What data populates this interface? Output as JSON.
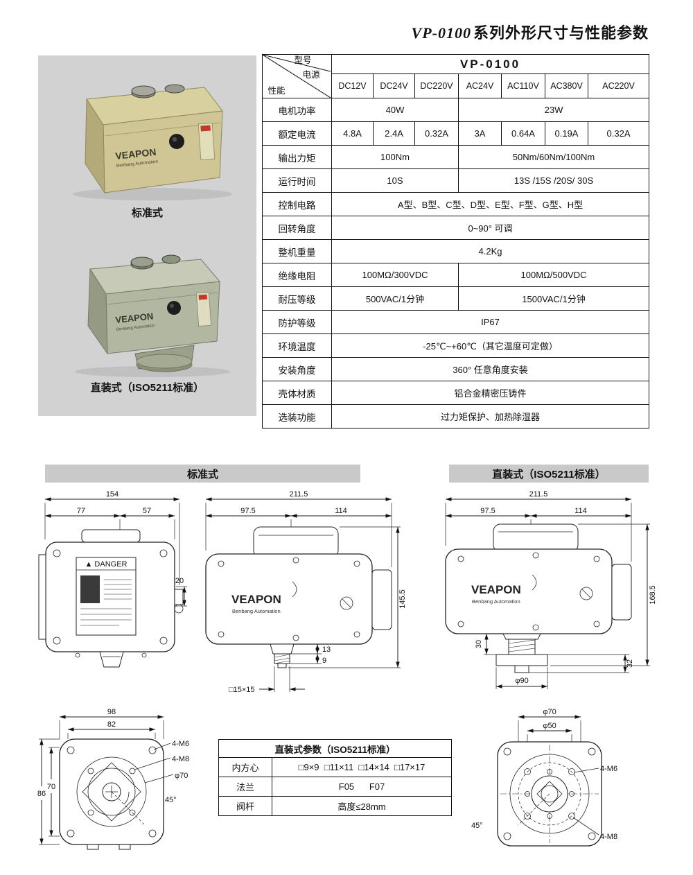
{
  "page": {
    "title_model": "VP-0100",
    "title_suffix": "系列外形尺寸与性能参数"
  },
  "brand": {
    "name": "VEAPON",
    "tagline": "Benbang Automation"
  },
  "photos": {
    "standard": {
      "label": "标准式"
    },
    "direct": {
      "label": "直装式（ISO5211标准）"
    }
  },
  "spec_table": {
    "corner": {
      "model": "型号",
      "power": "电源",
      "perf": "性能"
    },
    "model_value": "VP-0100",
    "power_cols": [
      "DC12V",
      "DC24V",
      "DC220V",
      "AC24V",
      "AC110V",
      "AC380V",
      "AC220V"
    ],
    "rows": [
      {
        "label": "电机功率",
        "cells": [
          {
            "text": "40W",
            "span": 3
          },
          {
            "text": "23W",
            "span": 4
          }
        ]
      },
      {
        "label": "额定电流",
        "cells": [
          {
            "text": "4.8A",
            "span": 1
          },
          {
            "text": "2.4A",
            "span": 1
          },
          {
            "text": "0.32A",
            "span": 1
          },
          {
            "text": "3A",
            "span": 1
          },
          {
            "text": "0.64A",
            "span": 1
          },
          {
            "text": "0.19A",
            "span": 1
          },
          {
            "text": "0.32A",
            "span": 1
          }
        ]
      },
      {
        "label": "输出力矩",
        "cells": [
          {
            "text": "100Nm",
            "span": 3
          },
          {
            "text": "50Nm/60Nm/100Nm",
            "span": 4
          }
        ]
      },
      {
        "label": "运行时间",
        "cells": [
          {
            "text": "10S",
            "span": 3
          },
          {
            "text": "13S /15S /20S/ 30S",
            "span": 4
          }
        ]
      },
      {
        "label": "控制电路",
        "cells": [
          {
            "text": "A型、B型、C型、D型、E型、F型、G型、H型",
            "span": 7
          }
        ]
      },
      {
        "label": "回转角度",
        "cells": [
          {
            "text": "0~90° 可调",
            "span": 7
          }
        ]
      },
      {
        "label": "整机重量",
        "cells": [
          {
            "text": "4.2Kg",
            "span": 7
          }
        ]
      },
      {
        "label": "绝缘电阻",
        "cells": [
          {
            "text": "100MΩ/300VDC",
            "span": 3
          },
          {
            "text": "100MΩ/500VDC",
            "span": 4
          }
        ]
      },
      {
        "label": "耐压等级",
        "cells": [
          {
            "text": "500VAC/1分钟",
            "span": 3
          },
          {
            "text": "1500VAC/1分钟",
            "span": 4
          }
        ]
      },
      {
        "label": "防护等级",
        "cells": [
          {
            "text": "IP67",
            "span": 7
          }
        ]
      },
      {
        "label": "环境温度",
        "cells": [
          {
            "text": "-25℃~+60℃（其它温度可定做）",
            "span": 7
          }
        ]
      },
      {
        "label": "安装角度",
        "cells": [
          {
            "text": "360° 任意角度安装",
            "span": 7
          }
        ]
      },
      {
        "label": "壳体材质",
        "cells": [
          {
            "text": "铝合金精密压铸件",
            "span": 7
          }
        ]
      },
      {
        "label": "选装功能",
        "cells": [
          {
            "text": "过力矩保护、加热除湿器",
            "span": 7
          }
        ]
      }
    ]
  },
  "sections": {
    "standard_header": "标准式",
    "direct_header": "直装式（ISO5211标准）"
  },
  "drawings": {
    "std_front": {
      "overall_width": "154",
      "width_left": "77",
      "width_right": "57",
      "dim20": "20",
      "danger": "▲ DANGER"
    },
    "std_side": {
      "overall_length": "211.5",
      "len_left": "97.5",
      "len_right": "114",
      "height": "145.5",
      "shaft": "□15×15",
      "dim13": "13",
      "dim9": "9"
    },
    "direct_side": {
      "overall_length": "211.5",
      "len_left": "97.5",
      "len_right": "114",
      "height": "168.5",
      "dim30": "30",
      "dim32": "32",
      "flange_dia": "φ90"
    },
    "std_bottom": {
      "width": "98",
      "width_inner": "82",
      "height": "86",
      "height_inner": "70",
      "m6": "4-M6",
      "m8": "4-M8",
      "dia": "φ70",
      "angle": "45°"
    },
    "direct_bottom": {
      "dia_outer": "φ70",
      "dia_inner": "φ50",
      "m6": "4-M6",
      "m8": "4-M8",
      "angle": "45°"
    }
  },
  "params_table": {
    "title": "直装式参数（ISO5211标准）",
    "rows": [
      {
        "label": "内方心",
        "value": "□9×9  □11×11  □14×14  □17×17"
      },
      {
        "label": "法兰",
        "value": "F05      F07"
      },
      {
        "label": "阀杆",
        "value": "高度≤28mm"
      }
    ]
  }
}
